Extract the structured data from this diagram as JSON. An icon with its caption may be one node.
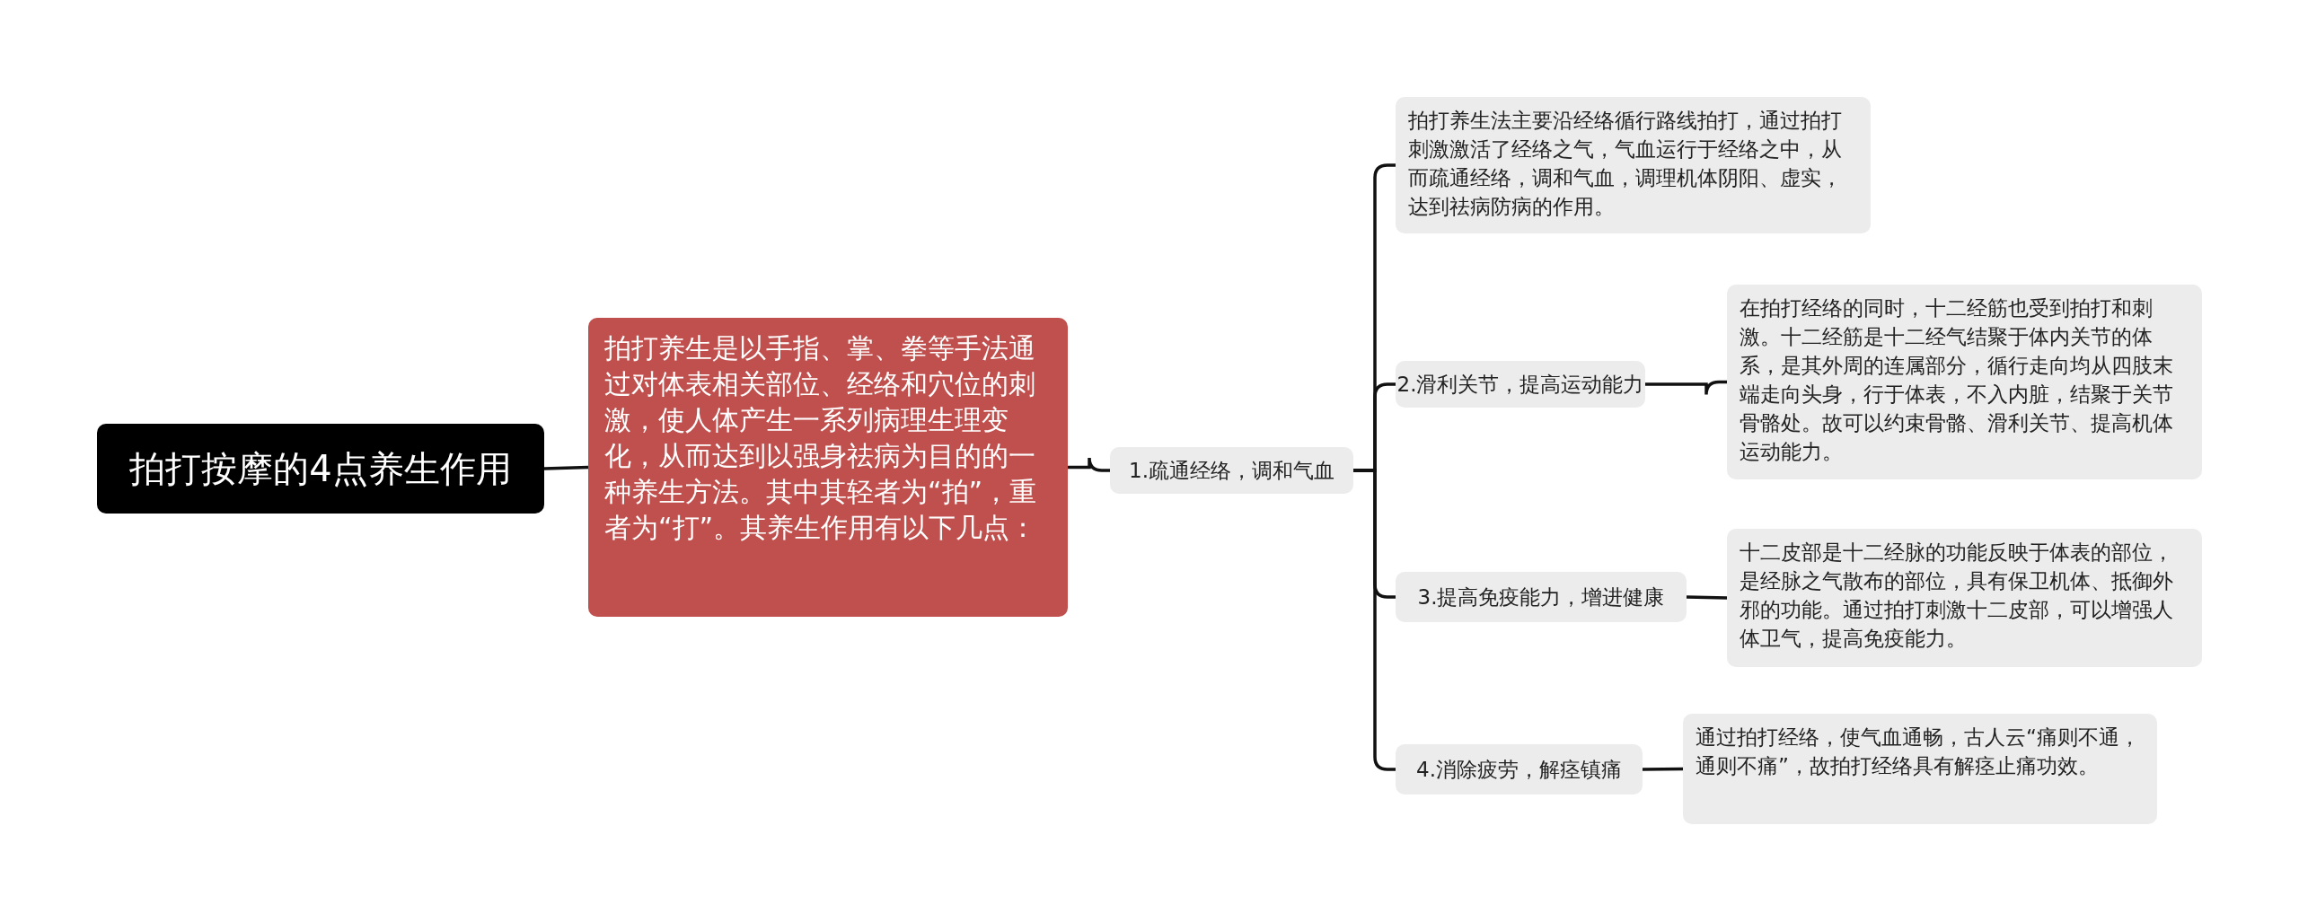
{
  "diagram": {
    "nodes": [
      {
        "text": [
          "拍打按摩的4点养生作用"
        ]
      },
      {
        "text": [
          "拍打养生是以手指、掌、拳等手法通过对体表相关部位、经络和穴位的刺激，使人体产生一系列病理生理变化，从而达到以强身祛病为目的的一种养生方法。其中其轻者为“拍”，重者为“打”。其养生作用有以下几点："
        ]
      },
      {
        "text": [
          "1.疏通经络，调和气血"
        ]
      },
      {
        "text": [
          "拍打养生法主要沿经络循行路线拍打，通过拍打刺激激活了经络之气，气血运行于经络之中，从而疏通经络，调和气血，调理机体阴阳、虚实，达到祛病防病的作用。"
        ]
      },
      {
        "text": [
          "2.滑利关节，提高运动能力"
        ]
      },
      {
        "text": [
          "在拍打经络的同时，十二经筋也受到拍打和刺激。十二经筋是十二经气结聚于体内关节的体系，是其外周的连属部分，循行走向均从四肢末端走向头身，行于体表，不入内脏，结聚于关节骨骼处。故可以约束骨骼、滑利关节、提高机体运动能力。"
        ]
      },
      {
        "text": [
          "3.提高免疫能力，增进健康"
        ]
      },
      {
        "text": [
          "十二皮部是十二经脉的功能反映于体表的部位，是经脉之气散布的部位，具有保卫机体、抵御外邪的功能。通过拍打刺激十二皮部，可以增强人体卫气，提高免疫能力。"
        ]
      },
      {
        "text": [
          "4.消除疲劳，解痉镇痛"
        ]
      },
      {
        "text": [
          "通过拍打经络，使气血通畅，古人云“痛则不通，通则不痛”，故拍打经络具有解痉止痛功效。"
        ]
      }
    ],
    "edges": [
      {
        "from": 0,
        "to": 1,
        "arrow": "none"
      },
      {
        "from": 1,
        "to": 2,
        "arrow": "none"
      },
      {
        "from": 2,
        "to": 3,
        "arrow": "none"
      },
      {
        "from": 2,
        "to": 4,
        "arrow": "none"
      },
      {
        "from": 2,
        "to": 6,
        "arrow": "none"
      },
      {
        "from": 2,
        "to": 8,
        "arrow": "none"
      },
      {
        "from": 4,
        "to": 5,
        "arrow": "none"
      },
      {
        "from": 6,
        "to": 7,
        "arrow": "none"
      },
      {
        "from": 8,
        "to": 9,
        "arrow": "none"
      }
    ]
  }
}
